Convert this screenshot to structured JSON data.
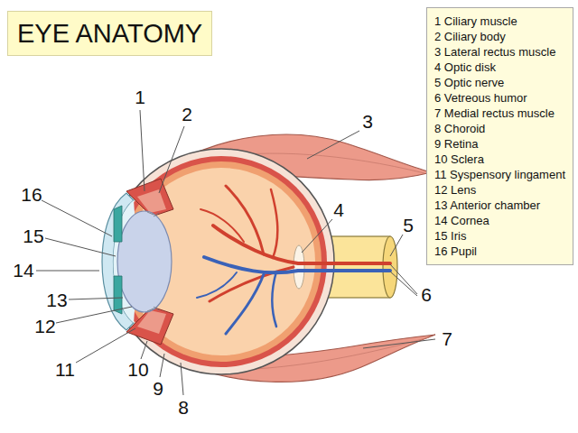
{
  "diagram": {
    "title": "EYE ANATOMY",
    "nodes": [
      {
        "text": [
          "1 Ciliary muscle",
          "2 Ciliary body",
          "3 Lateral rectus muscle",
          "4 Optic disk",
          "5 Optic nerve",
          "6 Vetreous humor",
          "7 Medial rectus muscle",
          "8 Choroid",
          "9 Retina",
          "10 Sclera",
          "11 Syspensory lingament",
          "12 Lens",
          "13 Anterior chamber",
          "14 Cornea",
          "15 Iris",
          "16 Pupil"
        ]
      }
    ],
    "labels": [
      "1",
      "2",
      "3",
      "4",
      "5",
      "6",
      "7",
      "8",
      "9",
      "10",
      "11",
      "12",
      "13",
      "14",
      "15",
      "16"
    ]
  }
}
